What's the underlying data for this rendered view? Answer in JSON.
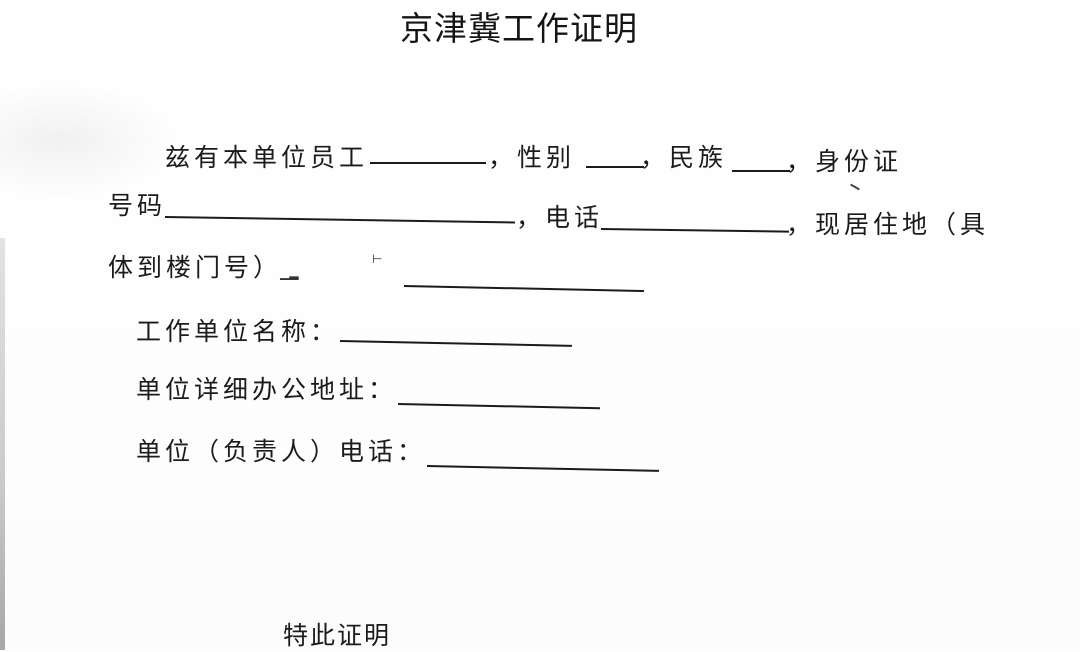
{
  "document": {
    "title": "京津冀工作证明",
    "paragraph": {
      "line1": {
        "prefix": "兹有本单位员工",
        "sep1": "，性别",
        "sep2": "，民族",
        "sep3": "，身份证"
      },
      "line2": {
        "prefix": "号码",
        "sep1": "，电话",
        "sep2": "，现居住地（具"
      },
      "line3": {
        "prefix": "体到楼门号）"
      }
    },
    "fields": [
      {
        "label": "工作单位名称："
      },
      {
        "label": "单位详细办公地址："
      },
      {
        "label": "单位（负责人）电话："
      }
    ],
    "closing": "特此证明"
  }
}
